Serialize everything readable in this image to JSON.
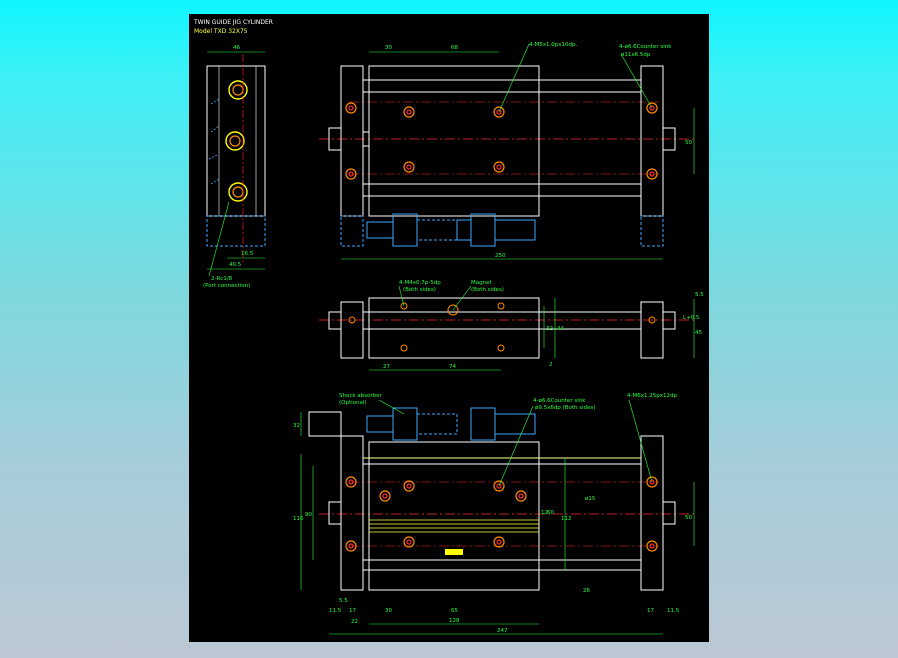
{
  "title": "TWIN GUIDE JIG CYLINDER",
  "model": "Model  TXD  32X75",
  "top_view": {
    "dims": [
      "30",
      "68",
      "250",
      "50"
    ],
    "callouts": [
      "4-M5x1.0px10dp.",
      "4-ø6.6Counter sink",
      "ø11x6.5dp"
    ]
  },
  "side_view": {
    "dims": [
      "46",
      "16.5",
      "40.5"
    ],
    "port": [
      "2-Rc1/8",
      "(Port connection)"
    ]
  },
  "middle_view": {
    "callouts": [
      "4-M4x0.7p-5dp",
      "(Both sides)",
      "Magnet",
      "(Both sides)"
    ],
    "dims": [
      "27",
      "74",
      "32",
      "44",
      "2",
      "L+0.5",
      "45",
      "5.5"
    ]
  },
  "bottom_view": {
    "callouts": [
      "Shock absorber",
      "(Optional)",
      "4-ø6.6Counter sink",
      "ø9.5x6dp (Both sides)",
      "4-M6x1.25px12dp"
    ],
    "dims": [
      "32",
      "116",
      "90",
      "5.5",
      "11.5",
      "17",
      "22",
      "30",
      "65",
      "128",
      "247",
      "12",
      "60",
      "ø15",
      "112",
      "50",
      "26",
      "17",
      "11.5"
    ]
  },
  "colors": {
    "background": "#000000",
    "outline": "#ffffff",
    "dimension": "#29ff3c",
    "centerline": "#ff2a2a",
    "hidden": "#3aa8ff",
    "port": "#ffff00",
    "hole": "#ff7b00"
  }
}
